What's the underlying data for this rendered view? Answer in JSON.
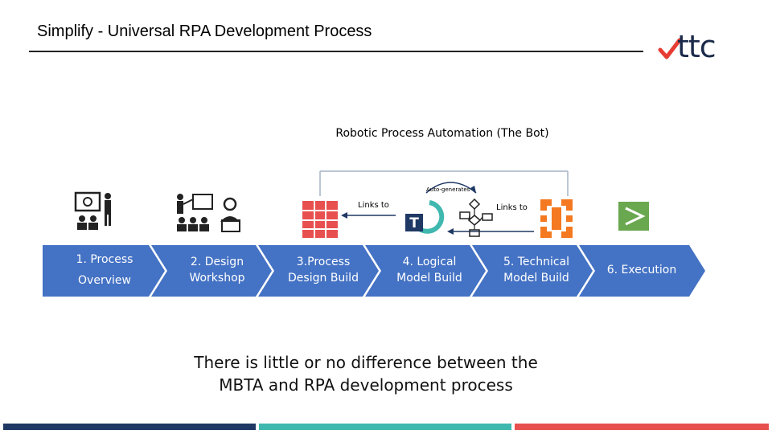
{
  "header": {
    "title": "Simplify - Universal RPA Development Process"
  },
  "logo": {
    "text": "ttc"
  },
  "bot": {
    "label": "Robotic Process Automation (The Bot)",
    "links_to_left": "Links to",
    "links_to_right": "Links to",
    "auto_generates": "Auto-generates"
  },
  "steps": [
    {
      "line1": "1. Process",
      "line2": "Overview"
    },
    {
      "line1": "2. Design",
      "line2": "Workshop"
    },
    {
      "line1": "3.Process",
      "line2": "Design Build"
    },
    {
      "line1": "4. Logical",
      "line2": "Model Build"
    },
    {
      "line1": "5. Technical",
      "line2": "Model Build"
    },
    {
      "line1": "6. Execution",
      "line2": ""
    }
  ],
  "caption": {
    "line1": "There is little or no difference between the",
    "line2": "MBTA and RPA development process"
  },
  "colors": {
    "step_blue": "#4472c4",
    "navy": "#1f3864",
    "teal": "#3fb8af",
    "red": "#e8504f",
    "orange": "#f47920",
    "green": "#6aa84f",
    "gray_line": "#a6b3c4"
  }
}
